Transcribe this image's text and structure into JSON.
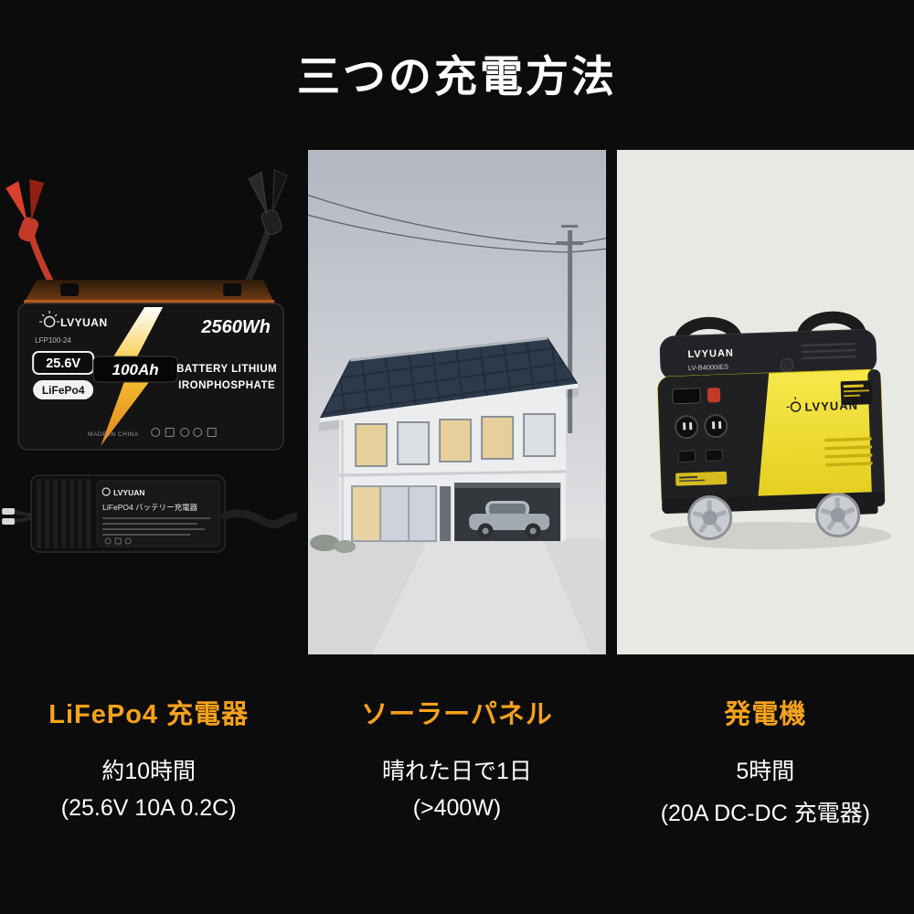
{
  "page": {
    "title": "三つの充電方法"
  },
  "colors": {
    "background": "#0C0C0C",
    "accent": "#F7A21B",
    "generator_yellow": "#F0DD2B"
  },
  "methods": [
    {
      "heading": "LiFePo4 充電器",
      "line1": "約10時間",
      "line2": "(25.6V 10A 0.2C)"
    },
    {
      "heading": "ソーラーパネル",
      "line1": "晴れた日で1日",
      "line2": "(>400W)"
    },
    {
      "heading": "発電機",
      "line1": "5時間",
      "line2": "(20A DC-DC 充電器)"
    }
  ],
  "battery": {
    "brand": "LVYUAN",
    "model": "LFP100-24",
    "energy": "2560Wh",
    "capacity": "100Ah",
    "name_line1": "BATTERY LITHIUM",
    "name_line2": "IRONPHOSPHATE",
    "voltage": "25.6V",
    "chemistry": "LiFePo4",
    "origin": "MADE IN CHINA"
  },
  "charger": {
    "brand": "LVYUAN",
    "label": "LiFePO4 バッテリー充電器"
  },
  "generator": {
    "brand": "LVYUAN",
    "model": "LV-B4000iES",
    "side_brand": "LVYUAN"
  }
}
